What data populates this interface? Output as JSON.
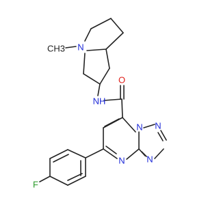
{
  "molecule": {
    "atom_labels": {
      "methyl": "CH3",
      "amine_n": "N",
      "amide_n": "NH",
      "amide_o": "O",
      "tri_n1": "N",
      "tri_n2": "N",
      "tri_n3": "N",
      "pyr_n": "N",
      "fluorine": "F"
    }
  },
  "colors": {
    "carbon": "#222222",
    "nitrogen": "#1f2bd8",
    "oxygen": "#e0201b",
    "fluorine": "#2a9a2a",
    "background": "#ffffff"
  }
}
